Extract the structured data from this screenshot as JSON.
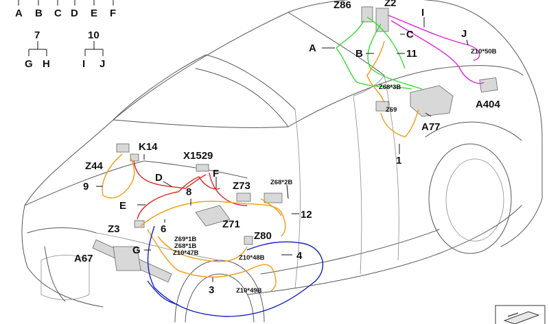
{
  "legend": {
    "top_row": [
      "A",
      "B",
      "C",
      "D",
      "E",
      "F"
    ],
    "group_7": {
      "parent": "7",
      "children": [
        "G",
        "H"
      ]
    },
    "group_10": {
      "parent": "10",
      "children": [
        "I",
        "J"
      ]
    }
  },
  "labels": {
    "Z86": "Z86",
    "Z2": "Z2",
    "I": "I",
    "C": "C",
    "J": "J",
    "A": "A",
    "Z10_50B": "Z10*50B",
    "B": "B",
    "n11": "11",
    "Z68_3B": "Z68*3B",
    "A404": "A404",
    "Z69": "Z69",
    "A77": "A77",
    "n1": "1",
    "K14": "K14",
    "X1529": "X1529",
    "Z44": "Z44",
    "D": "D",
    "F": "F",
    "Z68_2B": "Z68*2B",
    "n9": "9",
    "n8": "8",
    "Z73": "Z73",
    "E": "E",
    "n12": "12",
    "Z71": "Z71",
    "Z3": "Z3",
    "n6": "6",
    "Z69_1B": "Z69*1B",
    "Z68_1B": "Z68*1B",
    "Z10_47B": "Z10*47B",
    "Z80": "Z80",
    "G": "G",
    "Z10_48B": "Z10*48B",
    "n4": "4",
    "A67": "A67",
    "n3": "3",
    "Z10_49B": "Z10*49B"
  },
  "wire_colors": {
    "green": "#33dd33",
    "magenta": "#e020e0",
    "orange": "#f0a020",
    "red": "#e02020",
    "blue": "#1020c0"
  },
  "icons": {
    "corner": "view-direction-icon"
  }
}
